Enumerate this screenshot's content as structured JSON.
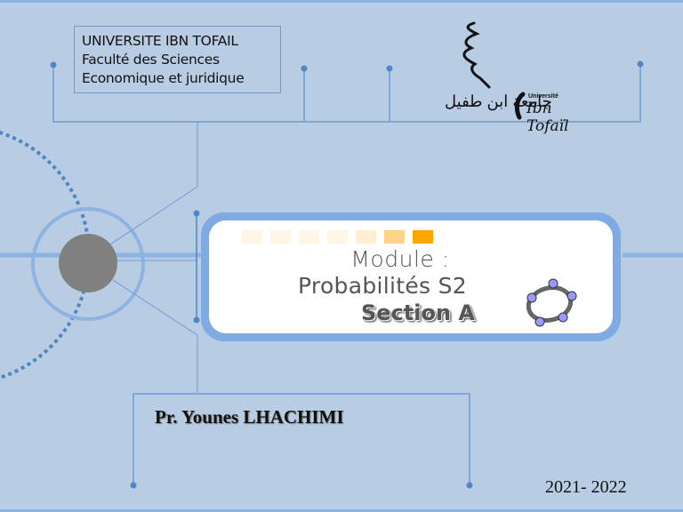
{
  "institution": {
    "lines": [
      "UNIVERSITE IBN TOFAIL",
      "Faculté des Sciences",
      "Economique et juridique"
    ]
  },
  "logo": {
    "univ_label": "Université",
    "name_latin": "Ibn Tofaïl",
    "name_arabic": "جامعة ابن طفيل"
  },
  "title_card": {
    "line1": "Module :",
    "line2": "Probabilités S2",
    "line3": "Section A",
    "squares": [
      "#fff6e6",
      "#fff6e6",
      "#fff6e6",
      "#fff6e6",
      "#ffeecf",
      "#ffd48a",
      "#ffa500"
    ],
    "icon": "geogebra-ellipse-icon"
  },
  "author": "Pr. Younes LHACHIMI",
  "year": "2021- 2022",
  "colors": {
    "background": "#b8cde4",
    "accent": "#8db3e2",
    "line": "#6f9ad4",
    "dot": "#4f86c6",
    "circle_fill": "#808080"
  }
}
